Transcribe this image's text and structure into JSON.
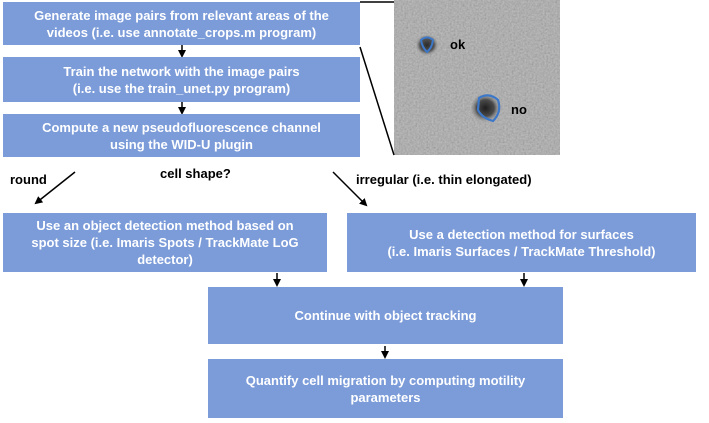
{
  "flow": {
    "step1": "Generate image pairs from relevant areas of the\nvideos (i.e. use annotate_crops.m program)",
    "step2": "Train the network with the image pairs\n(i.e. use the train_unet.py program)",
    "step3": "Compute a new pseudofluorescence channel\nusing the WID-U plugin",
    "decision": "cell shape?",
    "branch_left": "round",
    "branch_right": "irregular (i.e. thin elongated)",
    "left_method": "Use an object detection method based on\nspot size (i.e. Imaris Spots / TrackMate LoG\ndetector)",
    "right_method": "Use a  detection method for surfaces\n(i.e. Imaris Surfaces / TrackMate Threshold)",
    "tracking": "Continue with object tracking",
    "quantify": "Quantify cell migration by computing motility\nparameters"
  },
  "inset": {
    "ok_label": "ok",
    "no_label": "no"
  },
  "colors": {
    "box_fill": "#7b9bd9",
    "box_text": "#ffffff",
    "outline": "#3d78c8",
    "micrograph_bg": "#a9a9a9"
  }
}
